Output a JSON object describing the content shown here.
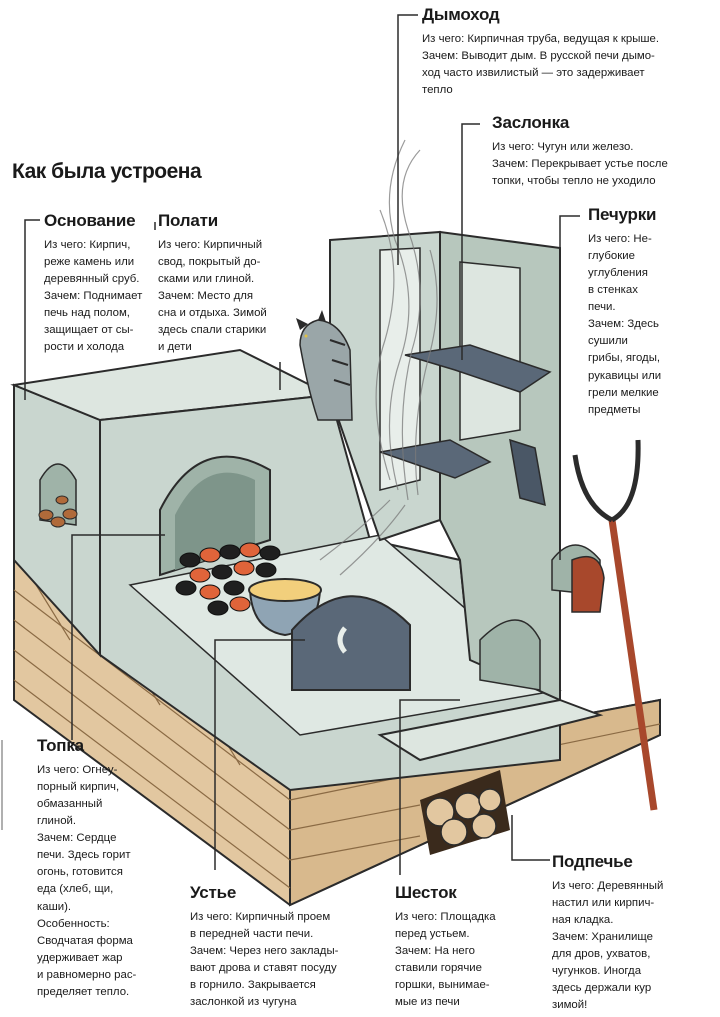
{
  "title": "Как была устроена",
  "labels": {
    "chimney": {
      "name": "Дымоход",
      "text": "Из чего: Кирпичная труба, ведущая к крыше.\nЗачем: Выводит дым. В русской печи дымо-\nход часто извилистый — это задерживает\nтепло"
    },
    "damper": {
      "name": "Заслонка",
      "text": "Из чего: Чугун или железо.\nЗачем: Перекрывает устье после\nтопки, чтобы тепло не уходило"
    },
    "base": {
      "name": "Основание",
      "text": "Из чего: Кирпич,\nреже камень или\nдеревянный сруб.\nЗачем: Поднимает\nпечь над полом,\nзащищает от сы-\nрости и холода"
    },
    "polati": {
      "name": "Полати",
      "text": "Из чего: Кирпичный\nсвод, покрытый до-\nсками или глиной.\nЗачем: Место для\nсна и отдыха. Зимой\nздесь спали старики\nи дети"
    },
    "pechurki": {
      "name": "Печурки",
      "text": "Из чего: Не-\nглубокие\nуглубления\nв стенках\nпечи.\nЗачем: Здесь\nсушили\nгрибы, ягоды,\nрукавицы или\nгрели мелкие\nпредметы"
    },
    "firebox": {
      "name": "Топка",
      "text": "Из чего: Огнеу-\nпорный кирпич,\nобмазанный\nглиной.\nЗачем: Сердце\nпечи. Здесь горит\nогонь, готовится\nеда (хлеб, щи,\nкаши).\nОсобенность:\nСводчатая форма\nудерживает жар\nи равномерно рас-\nпределяет тепло."
    },
    "mouth": {
      "name": "Устье",
      "text": "Из чего: Кирпичный проем\nв передней части печи.\nЗачем: Через него заклады-\nвают дрова и ставят посуду\nв горнило. Закрывается\nзаслонкой из чугуна"
    },
    "shestok": {
      "name": "Шесток",
      "text": "Из чего: Площадка\nперед устьем.\nЗачем: На него\nставили горячие\nгоршки, вынимае-\nмые из печи"
    },
    "podpeche": {
      "name": "Подпечье",
      "text": "Из чего: Деревянный\nнастил или кирпич-\nная кладка.\nЗачем: Хранилище\nдля дров, ухватов,\nчугунков. Иногда\nздесь держали кур\nзимой!"
    }
  },
  "colors": {
    "stone": "#c9d6cf",
    "stone_dark": "#9fb3a8",
    "outline": "#2b2b2b",
    "wood": "#e2c7a0",
    "wood_line": "#8a6a44",
    "iron": "#5a6878",
    "ember": "#e0643a",
    "pot": "#8fa4b4",
    "porridge": "#f2cf7c",
    "rust": "#a8482c"
  }
}
